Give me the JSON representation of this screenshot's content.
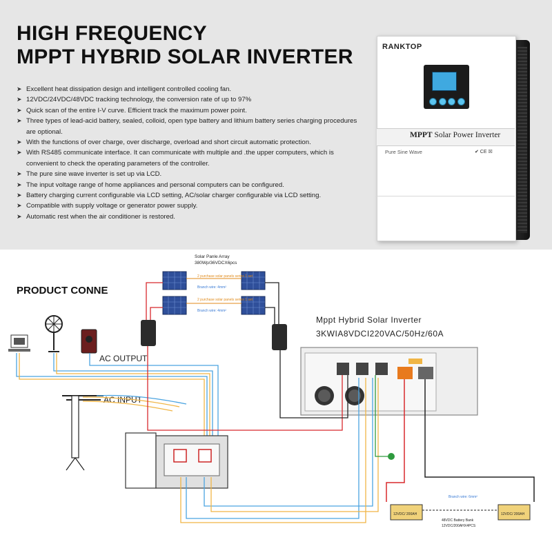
{
  "title": {
    "line1": "HIGH FREQUENCY",
    "line2": "MPPT HYBRID SOLAR INVERTER"
  },
  "features": [
    "Excellent heat dissipation design and intelligent controlled cooling fan.",
    "12VDC/24VDC/48VDC tracking technology, the conversion rate of up to 97%",
    "Quick scan of the entire I-V curve. Efficient track the maximum power point.",
    "Three types of lead-acid battery, sealed, colloid, open type battery and lithium battery series charging procedures are optional.",
    "With the functions of over charge, over discharge, overload and short circuit automatic protection.",
    "With RS485 communicate interface. It can communicate with multiple and .the upper computers, which is convenient to check the operating parameters of the controller.",
    "The pure sine wave inverter is set up via LCD.",
    "The input voltage range of home appliances and personal computers can be configured.",
    "Battery charging current configurable via LCD setting, AC/solar charger configurable via LCD setting.",
    "Compatible with supply voltage or generator power supply.",
    "Automatic rest when the air conditioner is restored."
  ],
  "device": {
    "brand": "RANKTOP",
    "name_bold": "MPPT",
    "name_rest": " Solar Power Inverter",
    "subtitle": "Pure Sine Wave",
    "marks": "✔ CE ☒"
  },
  "diagram": {
    "heading": "PRODUCT CONNE",
    "array_label_1": "Solar Panle Array",
    "array_label_2": "380Wp/36VDCX6pcs",
    "series_note_1": "2 purchase solar panels series 1 set",
    "branch_wire_1": "Branch wire: 4mm²",
    "series_note_2": "2 purchase solar panels series 1 set",
    "branch_wire_2": "Branch wire: 4mm²",
    "inverter_title": "Mppt Hybrid Solar Inverter",
    "inverter_spec": "3KWIA8VDCI220VAC/50Hz/60A",
    "ac_output": "AC OUTPUT",
    "ac_input": "AC INPUT",
    "battery_branch": "Branch wire: 6mm²",
    "battery_left": "12VDC/ 200AH",
    "battery_right": "12VDC/ 200AH",
    "battery_bank_1": "48VDC Battery Bank",
    "battery_bank_2": "12VDC/200AHX4PCS"
  },
  "colors": {
    "top_background": "#e6e6e6",
    "wire_red": "#d8282c",
    "wire_black": "#222222",
    "wire_blue": "#4aa3e0",
    "wire_yellow": "#f0b545",
    "wire_green": "#2e9a3e"
  }
}
